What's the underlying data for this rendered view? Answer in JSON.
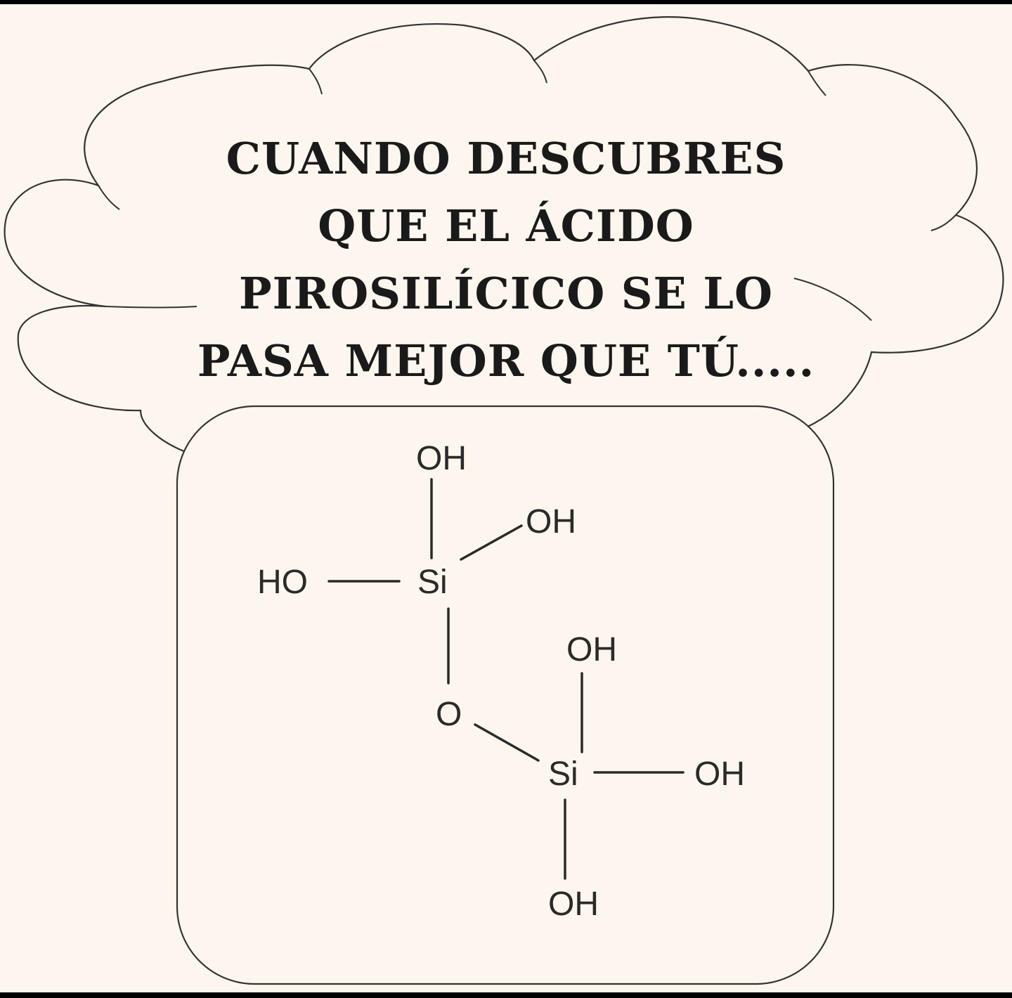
{
  "caption": {
    "lines": [
      "CUANDO DESCUBRES",
      "QUE EL ÁCIDO",
      "PIROSILÍCICO SE LO",
      "PASA MEJOR QUE TÚ....."
    ]
  },
  "molecule": {
    "atoms": {
      "oh_top": "OH",
      "oh_right_upper": "OH",
      "ho_left": "HO",
      "si_upper": "Si",
      "o_bridge": "O",
      "oh_mid": "OH",
      "si_lower": "Si",
      "oh_right_lower": "OH",
      "oh_bottom": "OH"
    }
  },
  "colors": {
    "background": "#fdf6ee",
    "border": "#000000",
    "ink": "#1a1a1a"
  }
}
